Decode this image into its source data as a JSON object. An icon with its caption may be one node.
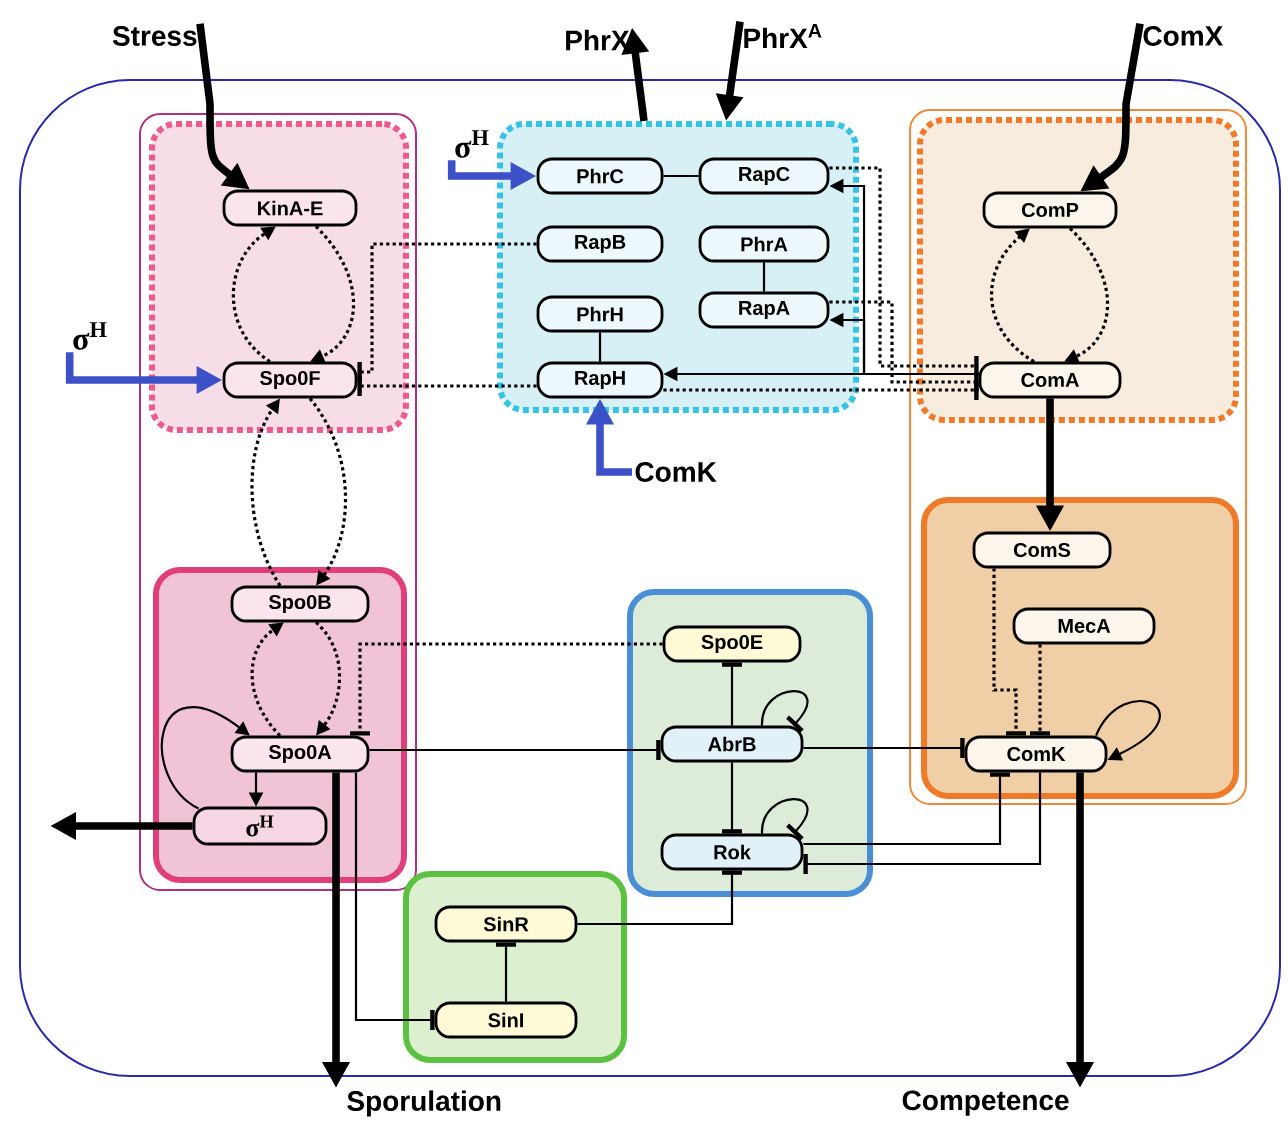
{
  "diagram": {
    "nodes": [
      {
        "text": [],
        "shape": "box"
      },
      {
        "text": [
          "Stress"
        ]
      },
      {
        "text": [
          "PhrX"
        ]
      },
      {
        "text": [
          "PhrX$^{A}$"
        ]
      },
      {
        "text": [
          "ComX"
        ]
      },
      {
        "text": [
          "σ$^{H}$"
        ],
        "in": 0
      },
      {
        "text": [
          "σ$^{H}$"
        ],
        "in": 0
      },
      {
        "text": [
          "ComK"
        ],
        "in": 0
      },
      {
        "text": [],
        "shape": "box",
        "in": 0
      },
      {
        "text": [],
        "shape": "box",
        "in": 8
      },
      {
        "text": [
          "KinA-E"
        ],
        "in": 9
      },
      {
        "text": [
          "Spo0F"
        ],
        "in": 9
      },
      {
        "text": [],
        "shape": "box",
        "in": 0
      },
      {
        "text": [
          "PhrC"
        ],
        "in": 12
      },
      {
        "text": [
          "RapC"
        ],
        "in": 12
      },
      {
        "text": [
          "RapB"
        ],
        "in": 12
      },
      {
        "text": [
          "PhrA"
        ],
        "in": 12
      },
      {
        "text": [
          "PhrH"
        ],
        "in": 12
      },
      {
        "text": [
          "RapA"
        ],
        "in": 12
      },
      {
        "text": [
          "RapH"
        ],
        "in": 12
      },
      {
        "text": [],
        "shape": "box",
        "in": 0
      },
      {
        "text": [],
        "shape": "box",
        "in": 20
      },
      {
        "text": [
          "ComP"
        ],
        "in": 21
      },
      {
        "text": [
          "ComA"
        ],
        "in": 21
      },
      {
        "text": [],
        "shape": "box",
        "in": 8
      },
      {
        "text": [
          "Spo0B"
        ],
        "in": 24
      },
      {
        "text": [
          "Spo0A"
        ],
        "in": 24
      },
      {
        "text": [
          "σ$^{H}$"
        ],
        "in": 24
      },
      {
        "text": [],
        "shape": "box",
        "in": 20
      },
      {
        "text": [
          "ComS"
        ],
        "in": 28
      },
      {
        "text": [
          "MecA"
        ],
        "in": 28
      },
      {
        "text": [
          "ComK"
        ],
        "in": 28
      },
      {
        "text": [],
        "shape": "box",
        "in": 0
      },
      {
        "text": [
          "Spo0E"
        ],
        "in": 32
      },
      {
        "text": [
          "AbrB"
        ],
        "in": 32
      },
      {
        "text": [
          "Rok"
        ],
        "in": 32
      },
      {
        "text": [],
        "shape": "box",
        "in": 0
      },
      {
        "text": [
          "SinR"
        ],
        "in": 36
      },
      {
        "text": [
          "SinI"
        ],
        "in": 36
      },
      {
        "text": [
          "Sporulation"
        ]
      },
      {
        "text": [
          "Competence"
        ]
      }
    ],
    "edges": [
      {
        "from": 1,
        "to": 10,
        "arrow": "to",
        "style": "thick"
      },
      {
        "from": 10,
        "to": 11,
        "arrow": "to",
        "style": "dashed"
      },
      {
        "from": 11,
        "to": 10,
        "arrow": "to",
        "style": "dashed"
      },
      {
        "from": 5,
        "to": 11,
        "arrow": "to",
        "style": "thick",
        "color": "#3c50c8"
      },
      {
        "from": 11,
        "to": 25,
        "arrow": "to",
        "style": "dashed"
      },
      {
        "from": 25,
        "to": 11,
        "arrow": "to",
        "style": "dashed"
      },
      {
        "from": 25,
        "to": 26,
        "arrow": "to",
        "style": "dashed"
      },
      {
        "from": 26,
        "to": 25,
        "arrow": "to",
        "style": "dashed"
      },
      {
        "from": 27,
        "to": 26,
        "arrow": "to"
      },
      {
        "from": 26,
        "to": 27,
        "arrow": "to"
      },
      {
        "from": 27,
        "to": null,
        "arrow": "to",
        "style": "thick"
      },
      {
        "from": 26,
        "to": 39,
        "arrow": "to",
        "style": "thick"
      },
      {
        "from": 26,
        "to": 38,
        "arrow": "other"
      },
      {
        "from": 26,
        "to": 34,
        "arrow": "other"
      },
      {
        "from": 33,
        "to": 26,
        "arrow": "other",
        "style": "dashed"
      },
      {
        "from": 34,
        "to": 33,
        "arrow": "other"
      },
      {
        "from": 34,
        "to": 34,
        "arrow": "other"
      },
      {
        "from": 34,
        "to": 35,
        "arrow": "other"
      },
      {
        "from": 35,
        "to": 35,
        "arrow": "other"
      },
      {
        "from": 37,
        "to": 35,
        "arrow": "other"
      },
      {
        "from": 38,
        "to": 37,
        "arrow": "other"
      },
      {
        "from": 34,
        "to": 31,
        "arrow": "other"
      },
      {
        "from": 35,
        "to": 31,
        "arrow": "other"
      },
      {
        "from": 31,
        "to": 35,
        "arrow": "other"
      },
      {
        "from": 31,
        "to": 31,
        "arrow": "to"
      },
      {
        "from": 31,
        "to": 40,
        "arrow": "to",
        "style": "thick"
      },
      {
        "from": 30,
        "to": 31,
        "arrow": "other",
        "style": "dashed"
      },
      {
        "from": 29,
        "to": 31,
        "arrow": "other",
        "style": "dashed"
      },
      {
        "from": 23,
        "to": 29,
        "arrow": "to",
        "style": "thick"
      },
      {
        "from": 4,
        "to": 22,
        "arrow": "to",
        "style": "thick"
      },
      {
        "from": 22,
        "to": 23,
        "arrow": "to",
        "style": "dashed"
      },
      {
        "from": 23,
        "to": 22,
        "arrow": "to",
        "style": "dashed"
      },
      {
        "from": 23,
        "to": 14,
        "arrow": "to"
      },
      {
        "from": 23,
        "to": 18,
        "arrow": "to"
      },
      {
        "from": 23,
        "to": 19,
        "arrow": "to"
      },
      {
        "from": 14,
        "to": 23,
        "arrow": "other",
        "style": "dashed"
      },
      {
        "from": 18,
        "to": 23,
        "arrow": "other",
        "style": "dashed"
      },
      {
        "from": 19,
        "to": 23,
        "arrow": "other",
        "style": "dashed"
      },
      {
        "from": 15,
        "to": 11,
        "arrow": "other",
        "style": "dashed"
      },
      {
        "from": 19,
        "to": 11,
        "arrow": "other",
        "style": "dashed"
      },
      {
        "from": 13,
        "to": 14,
        "arrow": "none"
      },
      {
        "from": 16,
        "to": 18,
        "arrow": "none"
      },
      {
        "from": 17,
        "to": 19,
        "arrow": "none"
      },
      {
        "from": 6,
        "to": 13,
        "arrow": "to",
        "style": "thick",
        "color": "#3c50c8"
      },
      {
        "from": 7,
        "to": 19,
        "arrow": "to",
        "style": "thick",
        "color": "#3c50c8"
      },
      {
        "from": 12,
        "to": 2,
        "arrow": "to",
        "style": "thick"
      },
      {
        "from": 3,
        "to": 12,
        "arrow": "to",
        "style": "thick"
      }
    ]
  }
}
